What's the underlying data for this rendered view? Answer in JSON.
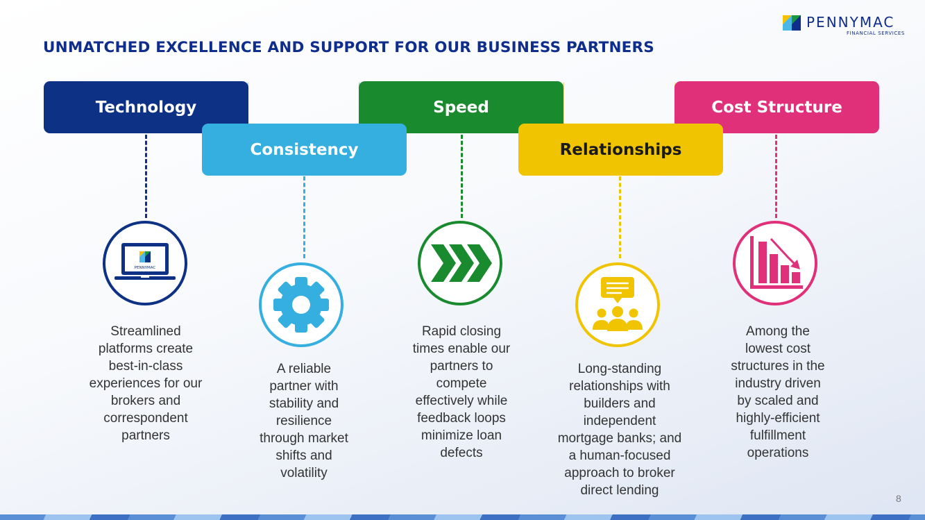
{
  "title": "UNMATCHED EXCELLENCE AND SUPPORT FOR OUR BUSINESS PARTNERS",
  "logo": {
    "name": "PENNYMAC",
    "sub": "FINANCIAL SERVICES",
    "laptop_label": "PENNYMAC"
  },
  "pillars": [
    {
      "label": "Technology",
      "color": "#0d3185",
      "icon": "laptop-icon",
      "description": "Streamlined\nplatforms create\nbest-in-class\nexperiences for our\nbrokers and\ncorrespondent\npartners"
    },
    {
      "label": "Consistency",
      "color": "#35aee0",
      "icon": "gear-icon",
      "description": "A reliable\npartner with\nstability and\nresilience\nthrough market\nshifts and\nvolatility"
    },
    {
      "label": "Speed",
      "color": "#1a8a2e",
      "icon": "chevrons-icon",
      "description": "Rapid closing\ntimes enable our\npartners to\ncompete\neffectively while\nfeedback loops\nminimize loan\ndefects"
    },
    {
      "label": "Relationships",
      "color": "#f0c400",
      "icon": "people-chat-icon",
      "description": "Long-standing\nrelationships with\nbuilders and\nindependent\nmortgage banks; and\na human-focused\napproach to broker\ndirect lending"
    },
    {
      "label": "Cost Structure",
      "color": "#e0307a",
      "icon": "declining-chart-icon",
      "description": "Among the\nlowest cost\nstructures in the\nindustry driven\nby scaled and\nhighly-efficient\nfulfillment\noperations"
    }
  ],
  "page_number": "8"
}
